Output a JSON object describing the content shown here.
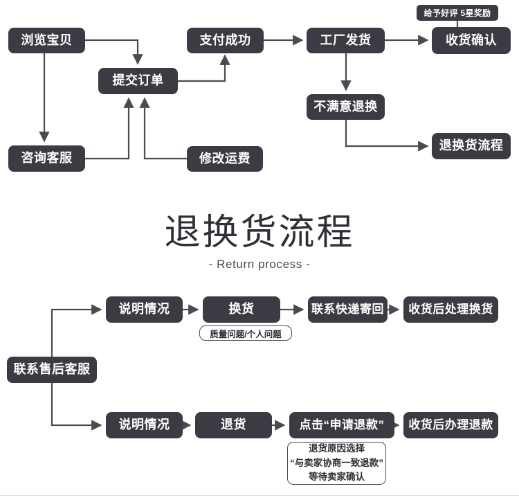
{
  "meta": {
    "box_color": "#3b3b43",
    "text_color": "#ffffff",
    "line_color": "#4a4a52",
    "note_border_color": "#4a4a52",
    "background": "#ffffff"
  },
  "order_flow": {
    "nodes": {
      "browse": "浏览宝贝",
      "submit_order": "提交订单",
      "pay_success": "支付成功",
      "factory_ship": "工厂发货",
      "confirm_receipt": "收货确认",
      "consult_service": "咨询客服",
      "modify_shipping": "修改运费",
      "unsatisfied_return": "不满意退换",
      "return_process_link": "退换货流程"
    },
    "badge": "给予好评 5星奖励"
  },
  "section": {
    "title": "退换货流程",
    "subtitle": "- Return process -"
  },
  "return_flow": {
    "entry": "联系售后客服",
    "exchange_row": {
      "explain": "说明情况",
      "exchange": "换货",
      "contact_courier": "联系快递寄回",
      "handle_exchange": "收货后处理换货",
      "pill": "质量问题/个人问题"
    },
    "refund_row": {
      "explain": "说明情况",
      "return_goods": "退货",
      "apply_refund": "点击“申请退款”",
      "handle_refund": "收货后办理退款",
      "note_lines": [
        "退货原因选择",
        "“与卖家协商一致退款”",
        "等待卖家确认"
      ]
    }
  }
}
